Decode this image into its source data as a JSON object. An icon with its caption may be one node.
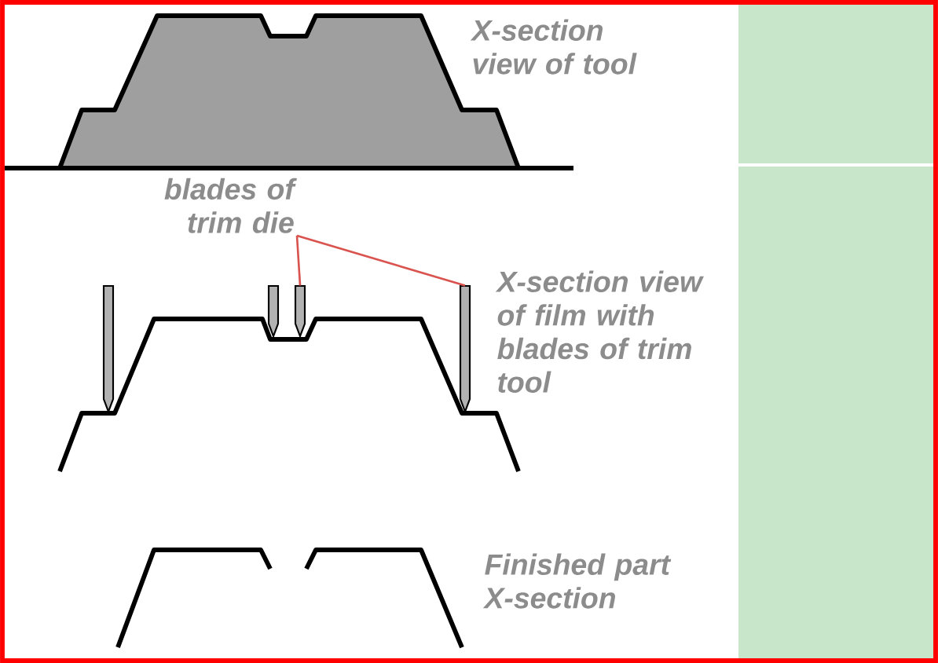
{
  "diagram": {
    "nodes": [
      {
        "text": [
          "blades of trim die"
        ]
      },
      {
        "text": [],
        "shape": "bar"
      },
      {
        "text": [],
        "shape": "bar"
      }
    ],
    "edges": [
      {
        "from": 0,
        "to": 1,
        "arrow": "none",
        "color": "#d9534f"
      },
      {
        "from": 0,
        "to": 2,
        "arrow": "none",
        "color": "#d9534f"
      }
    ],
    "labels": [
      "X-section view of tool",
      "X-section view of film with blades of trim tool",
      "Finished part X-section"
    ]
  }
}
